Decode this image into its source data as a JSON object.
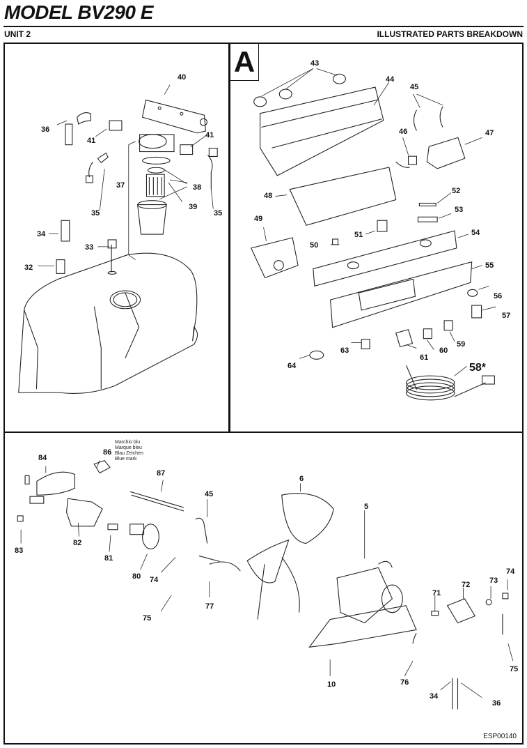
{
  "header": {
    "title": "MODEL BV290 E",
    "unit": "UNIT 2",
    "section": "ILLUSTRATED PARTS BREAKDOWN"
  },
  "panels": {
    "tank": {
      "labels": [
        "40",
        "36",
        "41",
        "41",
        "37",
        "38",
        "39",
        "35",
        "35",
        "34",
        "33",
        "32"
      ]
    },
    "control_box": {
      "badge": "A",
      "labels": [
        "43",
        "44",
        "45",
        "46",
        "47",
        "48",
        "52",
        "53",
        "49",
        "51",
        "50",
        "54",
        "55",
        "56",
        "57",
        "63",
        "61",
        "60",
        "59",
        "64",
        "58*"
      ]
    },
    "burner": {
      "labels": [
        "84",
        "86",
        "87",
        "45",
        "6",
        "5",
        "83",
        "82",
        "81",
        "80",
        "74",
        "77",
        "75",
        "71",
        "72",
        "73",
        "74",
        "10",
        "76",
        "75",
        "34",
        "36"
      ],
      "blue_mark_note": [
        "Marchio blu",
        "Marque bleu",
        "Blau Zeichen",
        "Blue mark"
      ],
      "drawing_code": "ESP00140"
    }
  }
}
